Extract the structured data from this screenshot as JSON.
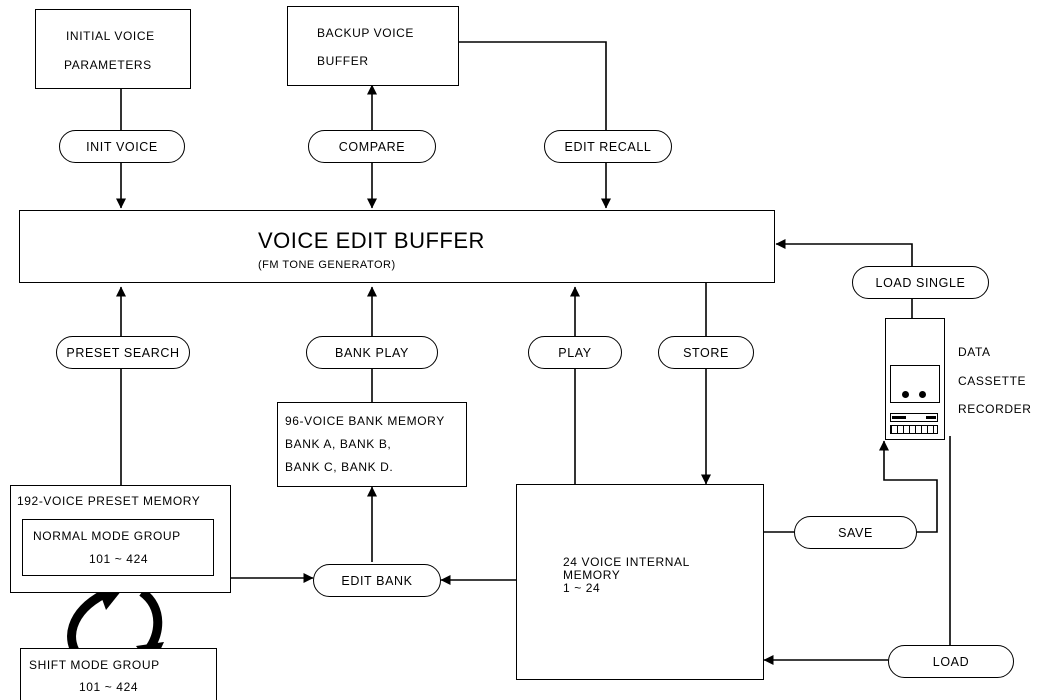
{
  "boxes": {
    "initial_voice_parameters": [
      "INITIAL VOICE",
      "PARAMETERS"
    ],
    "backup_voice_buffer": [
      "BACKUP VOICE",
      "BUFFER"
    ],
    "voice_edit_buffer": {
      "title": "VOICE EDIT BUFFER",
      "subtitle": "(FM TONE GENERATOR)"
    },
    "bank_memory": [
      "96-VOICE BANK MEMORY",
      "BANK A, BANK B,",
      "BANK C, BANK D."
    ],
    "preset_memory": {
      "title": "192-VOICE PRESET MEMORY",
      "normal_group": [
        "NORMAL MODE GROUP",
        "101 ~ 424"
      ],
      "shift_group": [
        "SHIFT MODE GROUP",
        "101 ~ 424"
      ]
    },
    "internal_memory": [
      "24 VOICE INTERNAL",
      "MEMORY",
      "1 ~ 24"
    ],
    "cassette": [
      "DATA",
      "CASSETTE",
      "RECORDER"
    ]
  },
  "operations": {
    "init_voice": "INIT VOICE",
    "compare": "COMPARE",
    "edit_recall": "EDIT RECALL",
    "load_single": "LOAD SINGLE",
    "preset_search": "PRESET SEARCH",
    "bank_play": "BANK PLAY",
    "play": "PLAY",
    "store": "STORE",
    "save": "SAVE",
    "edit_bank": "EDIT BANK",
    "load": "LOAD"
  },
  "icons": {
    "cassette": "cassette-recorder-icon",
    "mode_switch": "curved-double-arrow-icon"
  }
}
